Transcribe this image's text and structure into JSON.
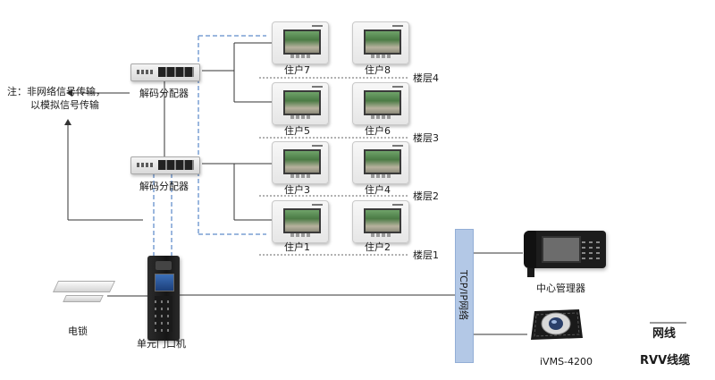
{
  "note": {
    "line1": "注：非网络信号传输，",
    "line2": "以模拟信号传输"
  },
  "distributors": [
    {
      "label": "解码分配器"
    },
    {
      "label": "解码分配器"
    }
  ],
  "residents": [
    "住户7",
    "住户8",
    "住户5",
    "住户6",
    "住户3",
    "住户4",
    "住户1",
    "住户2"
  ],
  "floors": [
    "楼层4",
    "楼层3",
    "楼层2",
    "楼层1"
  ],
  "door_station": {
    "label": "单元门口机"
  },
  "electric_lock": {
    "label": "电锁"
  },
  "network": {
    "label": "TCP/IP网络"
  },
  "management_center": {
    "label": "中心管理器"
  },
  "ivms": {
    "label": "iVMS-4200"
  },
  "legend": {
    "network_line": "网线",
    "rvv_cable": "RVV线缆"
  },
  "colors": {
    "dashed_link": "#7a9fd4",
    "wire": "#333333",
    "tcp_bar": "#b3c8e6",
    "floor_divider": "#555555"
  }
}
